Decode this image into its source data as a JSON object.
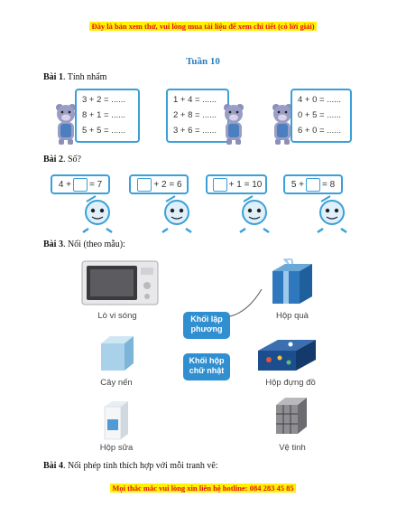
{
  "banner": "Đây là bản xem thử, vui lòng mua tài liệu để xem chi tiết (có lời giải)",
  "week": "Tuần 10",
  "ex1": {
    "label": "Bài 1",
    "text": ". Tính nhẩm",
    "boards": [
      {
        "lines": [
          "3 + 2 = ......",
          "8 + 1 = ......",
          "5 + 5 = ......"
        ]
      },
      {
        "lines": [
          "1 + 4 = ......",
          "2 + 8 = ......",
          "3 + 6 = ......"
        ]
      },
      {
        "lines": [
          "4 + 0 = ......",
          "0 + 5 = ......",
          "6 + 0 = ......"
        ]
      }
    ]
  },
  "ex2": {
    "label": "Bài 2",
    "text": ". Số?",
    "eqs": [
      {
        "pre": "4 +",
        "post": "= 7"
      },
      {
        "pre": "",
        "post": "+ 2 = 6"
      },
      {
        "pre": "",
        "post": "+ 1 = 10"
      },
      {
        "pre": "5 +",
        "post": "= 8"
      }
    ]
  },
  "ex3": {
    "label": "Bài 3",
    "text": ". Nối (theo mẫu):",
    "left": [
      "Lò vi sóng",
      "Cây nến",
      "Hộp sữa"
    ],
    "right": [
      "Hộp quà",
      "Hộp đựng đồ",
      "Vệ tinh"
    ],
    "shape1": [
      "Khối lập",
      "phương"
    ],
    "shape2": [
      "Khối hộp",
      "chữ nhật"
    ]
  },
  "ex4": {
    "label": "Bài 4",
    "text": ". Nối phép tính thích hợp với mỗi tranh vẽ:"
  },
  "footer": "Mọi thắc mắc vui lòng xin liên hệ hotline: 084 283 45 85",
  "colors": {
    "accent": "#3aa0d8",
    "shape_button": "#2f8fd0",
    "warning": "#e8101a",
    "highlight": "#fff200"
  }
}
